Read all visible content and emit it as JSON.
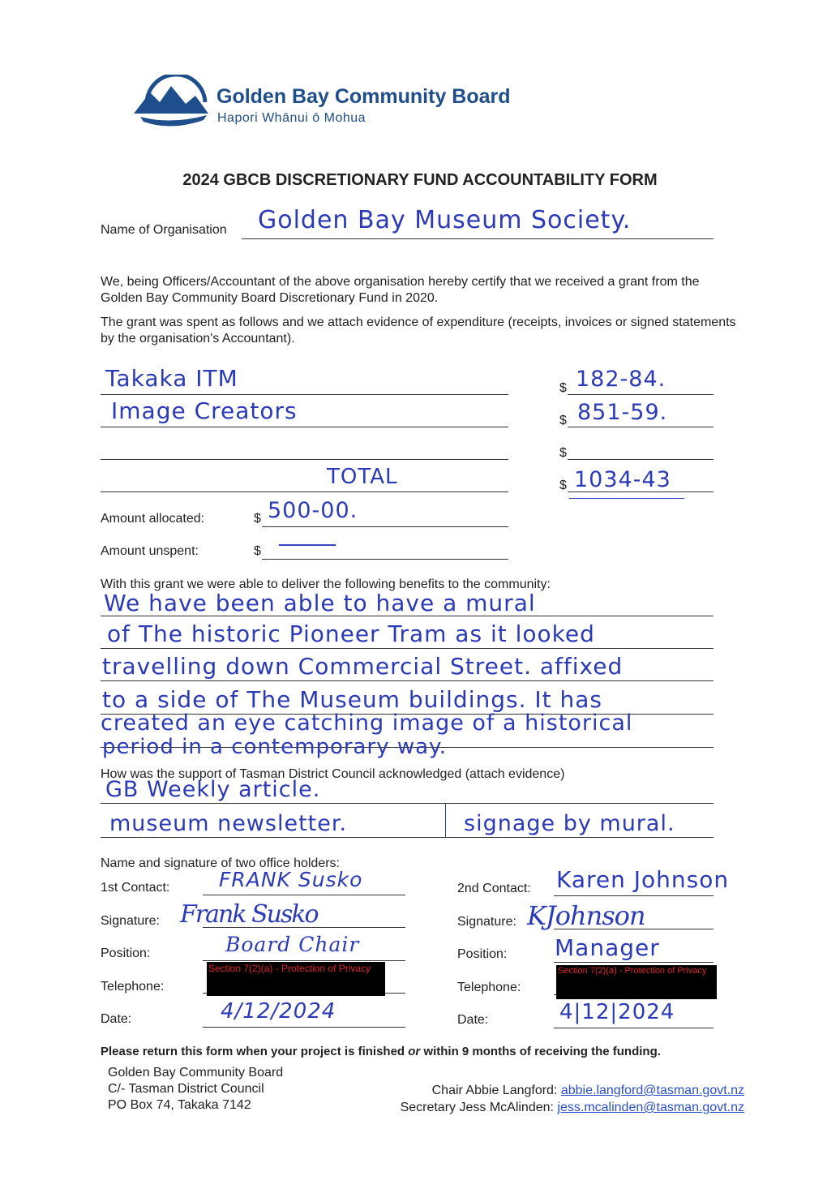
{
  "header": {
    "org_name": "Golden Bay Community Board",
    "org_subtitle": "Hapori Whānui ō Mohua",
    "brand_color": "#1f4e8c"
  },
  "form": {
    "title": "2024 GBCB DISCRETIONARY FUND ACCOUNTABILITY FORM",
    "org_label": "Name of Organisation",
    "org_value": "Golden Bay Museum Society.",
    "certify_text": "We, being Officers/Accountant of the above organisation hereby certify that we received a grant from the Golden Bay Community Board Discretionary Fund in 2020.",
    "spent_text": "The grant was spent as follows and we attach evidence of expenditure (receipts, invoices or signed statements by the organisation's Accountant).",
    "currency": "$",
    "expenses": [
      {
        "item": "Takaka ITM",
        "amount": "182-84."
      },
      {
        "item": "Image Creators",
        "amount": "851-59."
      },
      {
        "item": "",
        "amount": ""
      }
    ],
    "total_label": "TOTAL",
    "total_value": "1034-43",
    "allocated_label": "Amount allocated:",
    "allocated_value": "500-00.",
    "unspent_label": "Amount unspent:",
    "unspent_value": "—",
    "benefits_label": "With this grant we were able to deliver the following benefits to the community:",
    "benefits_lines": [
      "We have been able to have a mural",
      "of The historic Pioneer Tram as it looked",
      "travelling down Commercial Street. affixed",
      "to a side of The Museum buildings. It has",
      "created an eye catching image of a historical",
      "period in a contemporary way."
    ],
    "support_label": "How was the support of Tasman District Council acknowledged (attach evidence)",
    "support_lines": [
      "GB Weekly article.",
      "museum newsletter.",
      "signage by mural."
    ],
    "holders_label": "Name and signature of two office holders:",
    "contact1": {
      "label": "1st Contact:",
      "name": "FRANK Susko",
      "signature_label": "Signature:",
      "signature": "Frank Susko",
      "position_label": "Position:",
      "position": "Board Chair",
      "telephone_label": "Telephone:",
      "redaction": "Section 7(2)(a) - Protection of Privacy",
      "date_label": "Date:",
      "date": "4/12/2024"
    },
    "contact2": {
      "label": "2nd Contact:",
      "name": "Karen Johnson",
      "signature_label": "Signature:",
      "signature": "KJohnson",
      "position_label": "Position:",
      "position": "Manager",
      "telephone_label": "Telephone:",
      "redaction": "Section 7(2)(a) - Protection of Privacy",
      "date_label": "Date:",
      "date": "4|12|2024"
    },
    "return_note_1": "Please return this form when your project is finished ",
    "return_note_or": "or",
    "return_note_2": " within 9 months of receiving the funding."
  },
  "footer": {
    "address": [
      "Golden Bay Community Board",
      "C/- Tasman District Council",
      "PO Box 74, Takaka 7142"
    ],
    "chair_label": "Chair Abbie Langford: ",
    "chair_email": "abbie.langford@tasman.govt.nz",
    "secretary_label": "Secretary Jess McAlinden: ",
    "secretary_email": "jess.mcalinden@tasman.govt.nz"
  }
}
